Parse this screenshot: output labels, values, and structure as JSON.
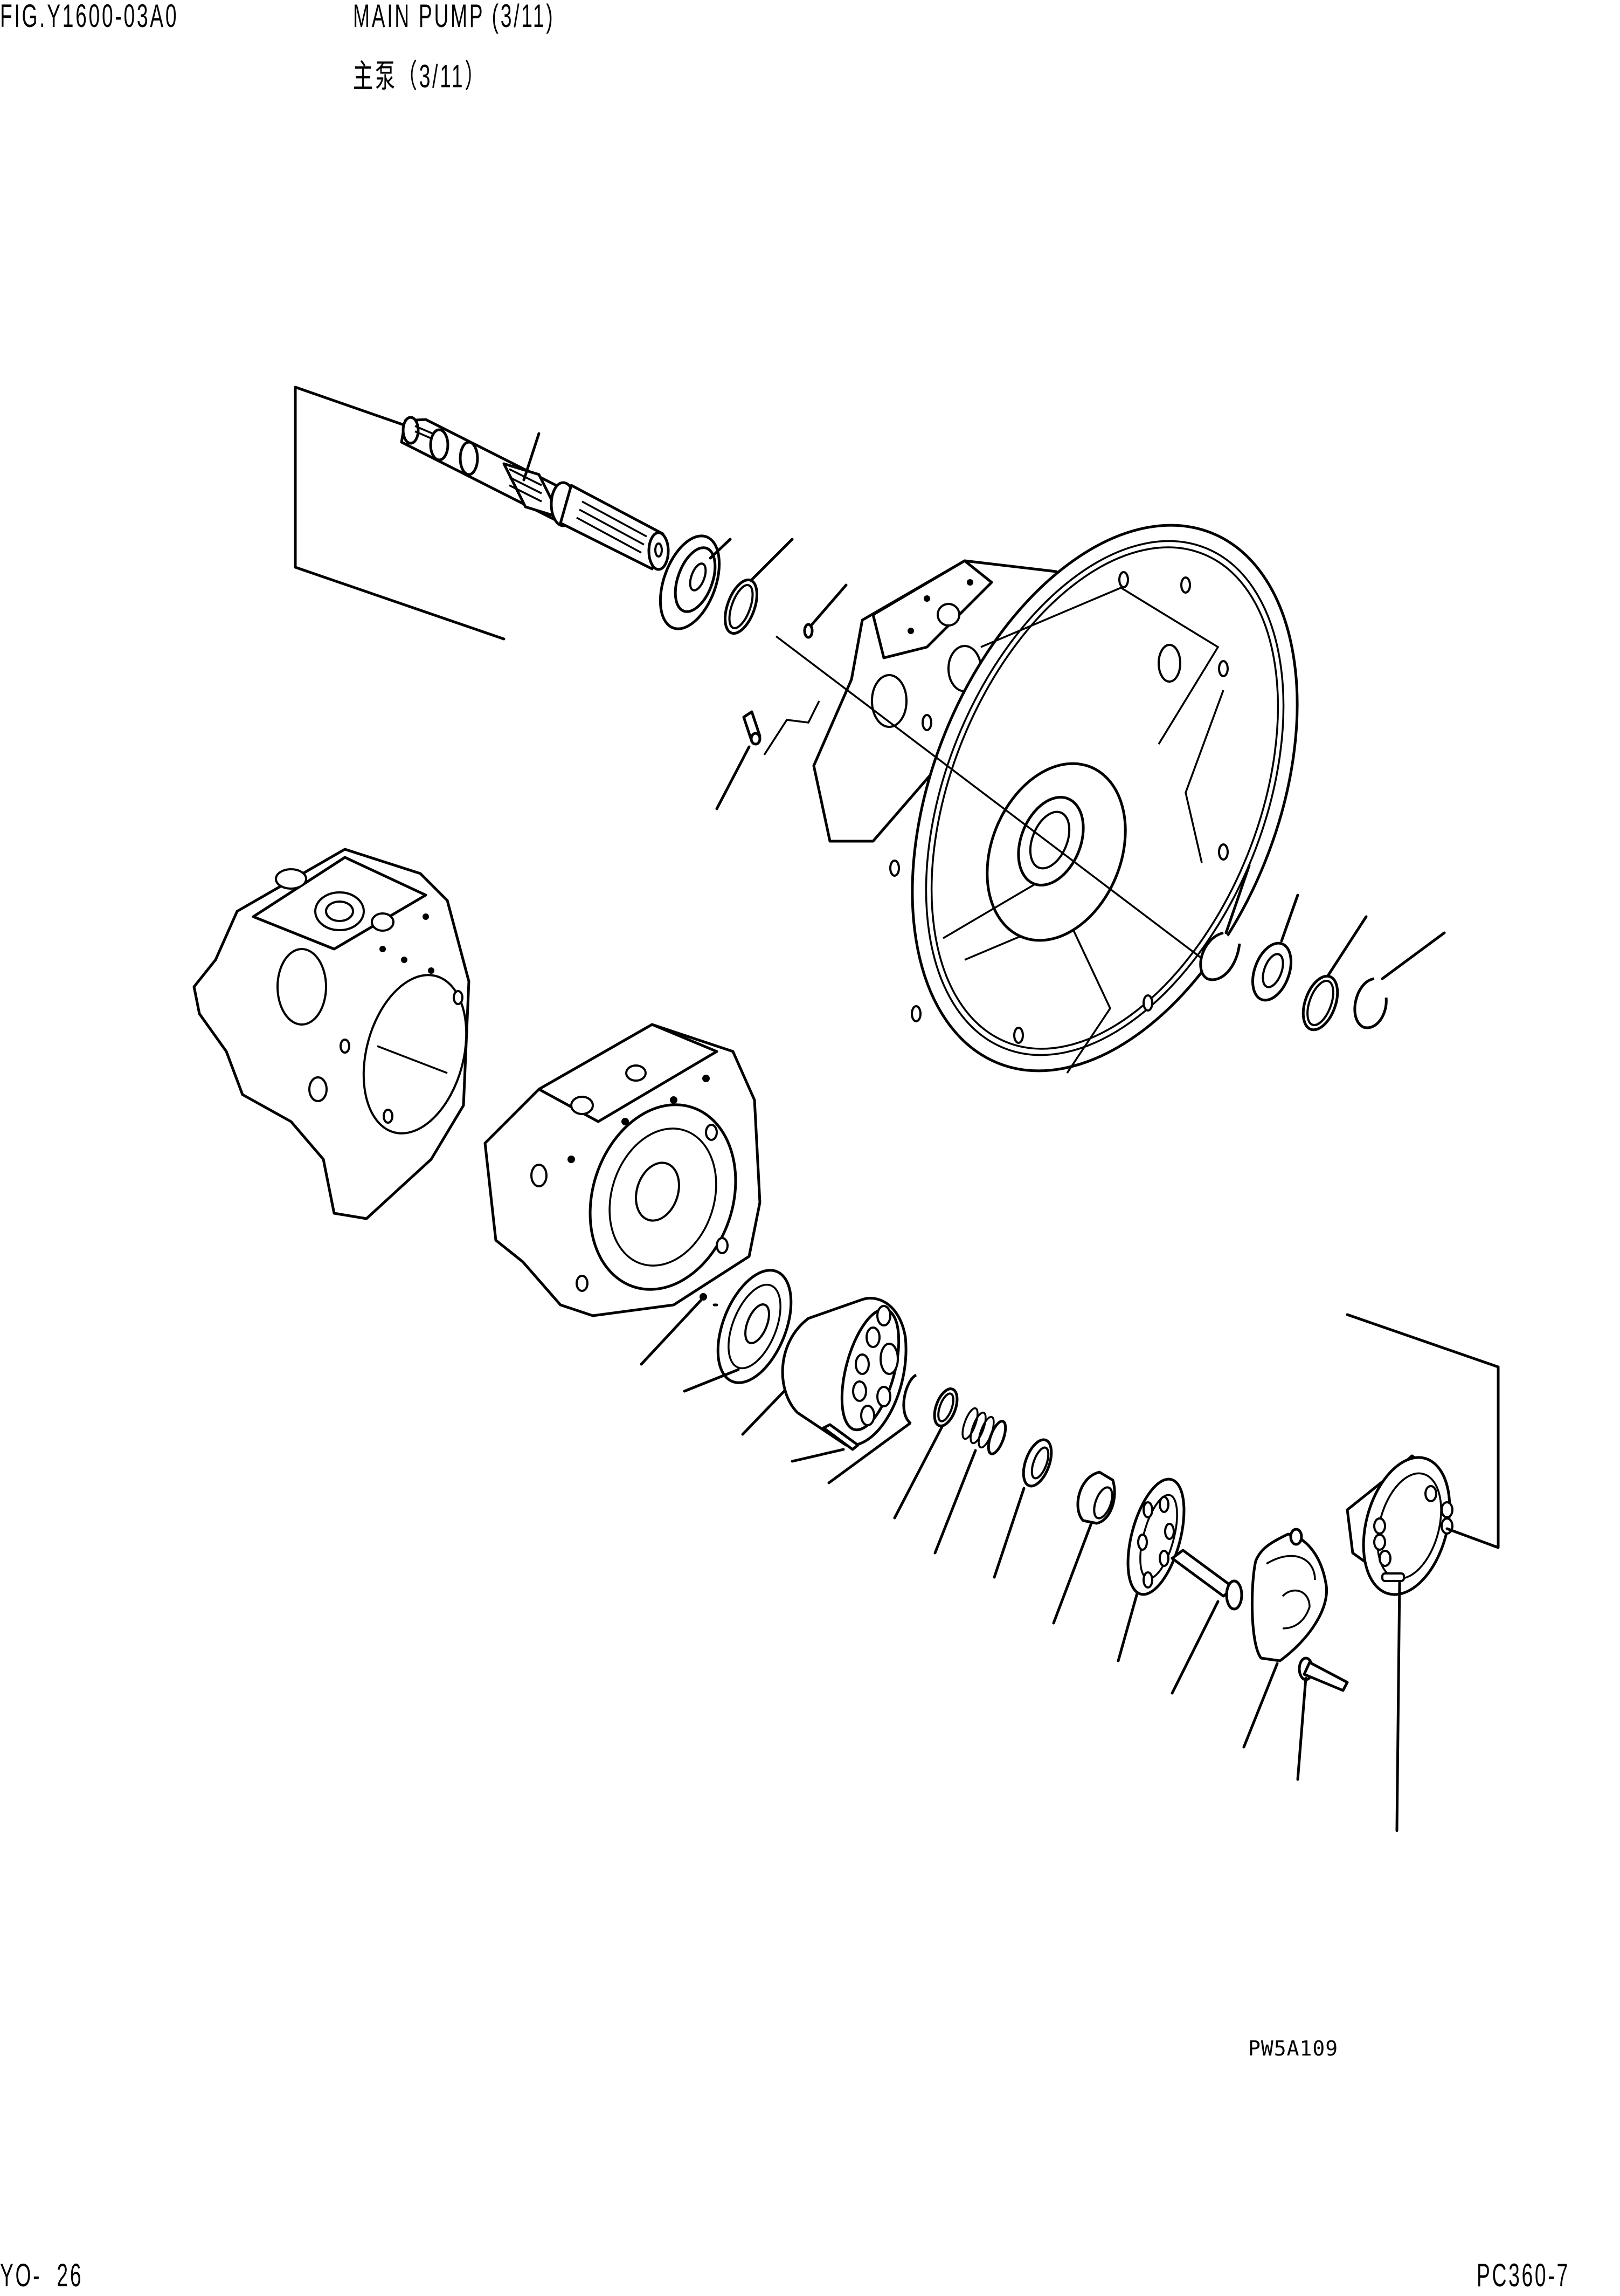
{
  "header": {
    "figure_number": "FIG.Y1600-03A0",
    "title_en": "MAIN PUMP (3/11)",
    "title_cn": "主泵（3/11）"
  },
  "illustration": {
    "code": "PW5A109",
    "type": "exploded-view parts diagram",
    "parts": [
      {
        "name": "drive-shaft",
        "icon": "splined-shaft"
      },
      {
        "name": "bearing",
        "icon": "ball-bearing"
      },
      {
        "name": "snap-ring",
        "icon": "ring"
      },
      {
        "name": "plug",
        "icon": "small-pin"
      },
      {
        "name": "dowel-pin",
        "icon": "pin"
      },
      {
        "name": "pump-case-flange",
        "icon": "housing-flange"
      },
      {
        "name": "retaining-ring",
        "icon": "c-ring"
      },
      {
        "name": "oil-seal",
        "icon": "seal"
      },
      {
        "name": "spacer-ring",
        "icon": "ring"
      },
      {
        "name": "snap-ring-outer",
        "icon": "c-ring"
      },
      {
        "name": "pump-housing",
        "icon": "housing"
      },
      {
        "name": "end-cap-housing",
        "icon": "housing"
      },
      {
        "name": "pin",
        "icon": "small-pin"
      },
      {
        "name": "valve-plate",
        "icon": "disc-plate"
      },
      {
        "name": "cylinder-block",
        "icon": "cylinder"
      },
      {
        "name": "pin-2",
        "icon": "pin"
      },
      {
        "name": "snap-ring-2",
        "icon": "c-ring"
      },
      {
        "name": "washer",
        "icon": "ring"
      },
      {
        "name": "spring",
        "icon": "coil-spring"
      },
      {
        "name": "seat",
        "icon": "ring"
      },
      {
        "name": "spherical-bushing",
        "icon": "bushing"
      },
      {
        "name": "retainer-plate",
        "icon": "disc-plate"
      },
      {
        "name": "piston-shoe",
        "icon": "piston"
      },
      {
        "name": "swash-plate",
        "icon": "swash-plate"
      },
      {
        "name": "bolt",
        "icon": "bolt"
      },
      {
        "name": "shoe-plate",
        "icon": "flange"
      }
    ]
  },
  "footer": {
    "page": "YO-  26",
    "model": "PC360-7"
  }
}
